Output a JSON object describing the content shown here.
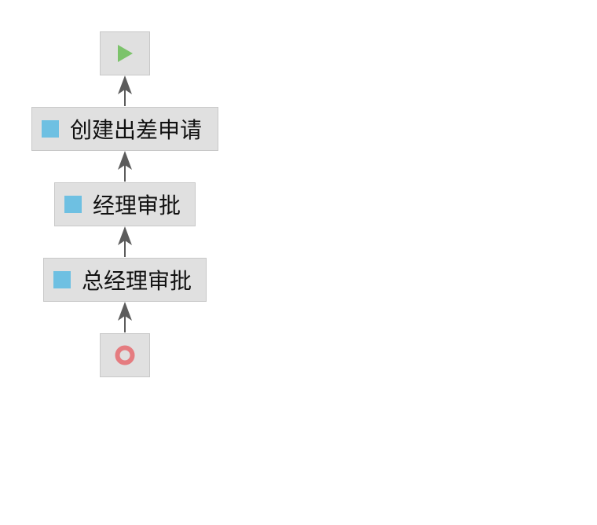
{
  "colors": {
    "node_fill": "#e0e0e0",
    "node_border": "#c8c8c8",
    "connector": "#5c5c5c",
    "task_icon": "#6ec0e2",
    "start_icon": "#7cc36b",
    "end_icon": "#e57c80"
  },
  "nodes": {
    "start": {
      "icon": "play-icon"
    },
    "create_request": {
      "icon": "task-icon",
      "label": "创建出差申请"
    },
    "manager_approval": {
      "icon": "task-icon",
      "label": "经理审批"
    },
    "gm_approval": {
      "icon": "task-icon",
      "label": "总经理审批"
    },
    "end": {
      "icon": "ring-icon"
    }
  }
}
